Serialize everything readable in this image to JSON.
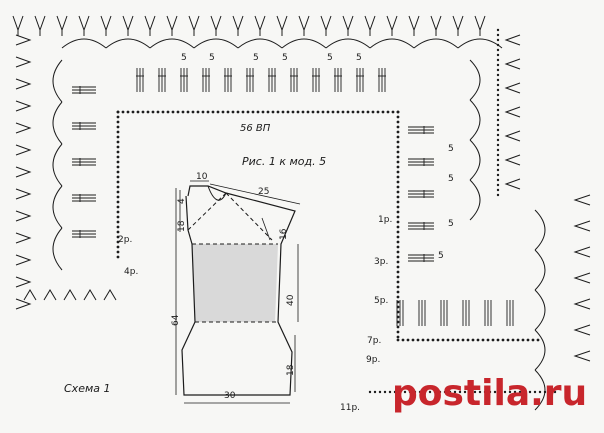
{
  "figure": {
    "caption": "Рис. 1 к мод. 5",
    "chain_label": "56 ВП",
    "scheme_label": "Схема 1",
    "repeat_number": "5"
  },
  "row_labels": {
    "left": [
      "2р.",
      "4р."
    ],
    "right": [
      "1р.",
      "3р.",
      "5р.",
      "7р.",
      "9р.",
      "11р."
    ]
  },
  "dimensions": {
    "shoulder": "10",
    "shoulder_slope": "25",
    "neck_depth": "4",
    "armhole_depth": "18",
    "armhole_diag": "16",
    "total_height": "64",
    "side": "40",
    "hem": "18",
    "width": "30"
  },
  "watermark": {
    "site": "postila.ru"
  },
  "colors": {
    "ink": "#1c1c1c",
    "paper": "#f7f7f5",
    "watermark": "#c8262c"
  }
}
